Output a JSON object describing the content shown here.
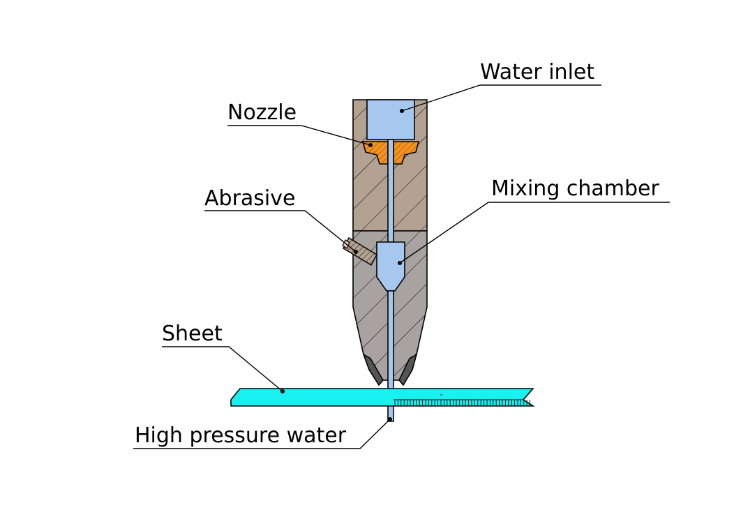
{
  "labels": {
    "water_inlet": "Water inlet",
    "nozzle": "Nozzle",
    "abrasive": "Abrasive",
    "mixing_chamber": "Mixing chamber",
    "sheet": "Sheet",
    "high_pressure_water": "High pressure water"
  },
  "colors": {
    "upper_body": "#b3a291",
    "lower_body": "#a8a2a0",
    "water": "#a6c8ee",
    "nozzle": "#f5921f",
    "sheet": "#19f0f0",
    "tip": "#555555"
  }
}
